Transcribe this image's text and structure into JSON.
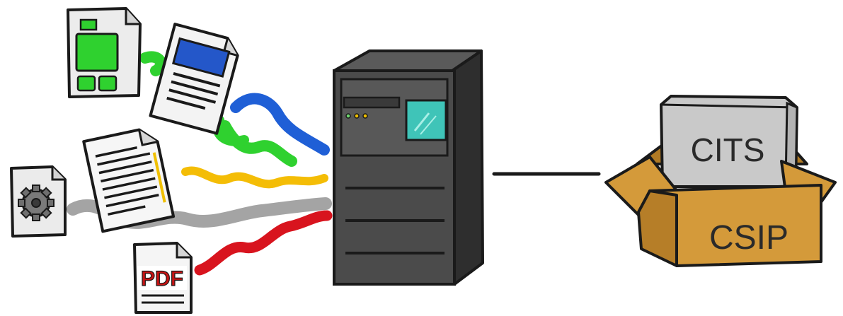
{
  "diagram": {
    "files": [
      {
        "name": "spreadsheet-document-icon",
        "color": "#2fd12f"
      },
      {
        "name": "blue-header-document-icon",
        "color": "#2457c9"
      },
      {
        "name": "text-document-icon",
        "color": "#f0c000"
      },
      {
        "name": "settings-gear-document-icon",
        "color": "#9c9c9c"
      },
      {
        "name": "pdf-document-icon",
        "color": "#d8141e"
      }
    ],
    "pdf_label": "PDF",
    "server": {
      "name": "server-tower-icon",
      "screen_color": "#3fc4b8"
    },
    "package": {
      "inner_box_label": "CITS",
      "outer_box_label": "CSIP",
      "box_color": "#d49a3a"
    }
  }
}
